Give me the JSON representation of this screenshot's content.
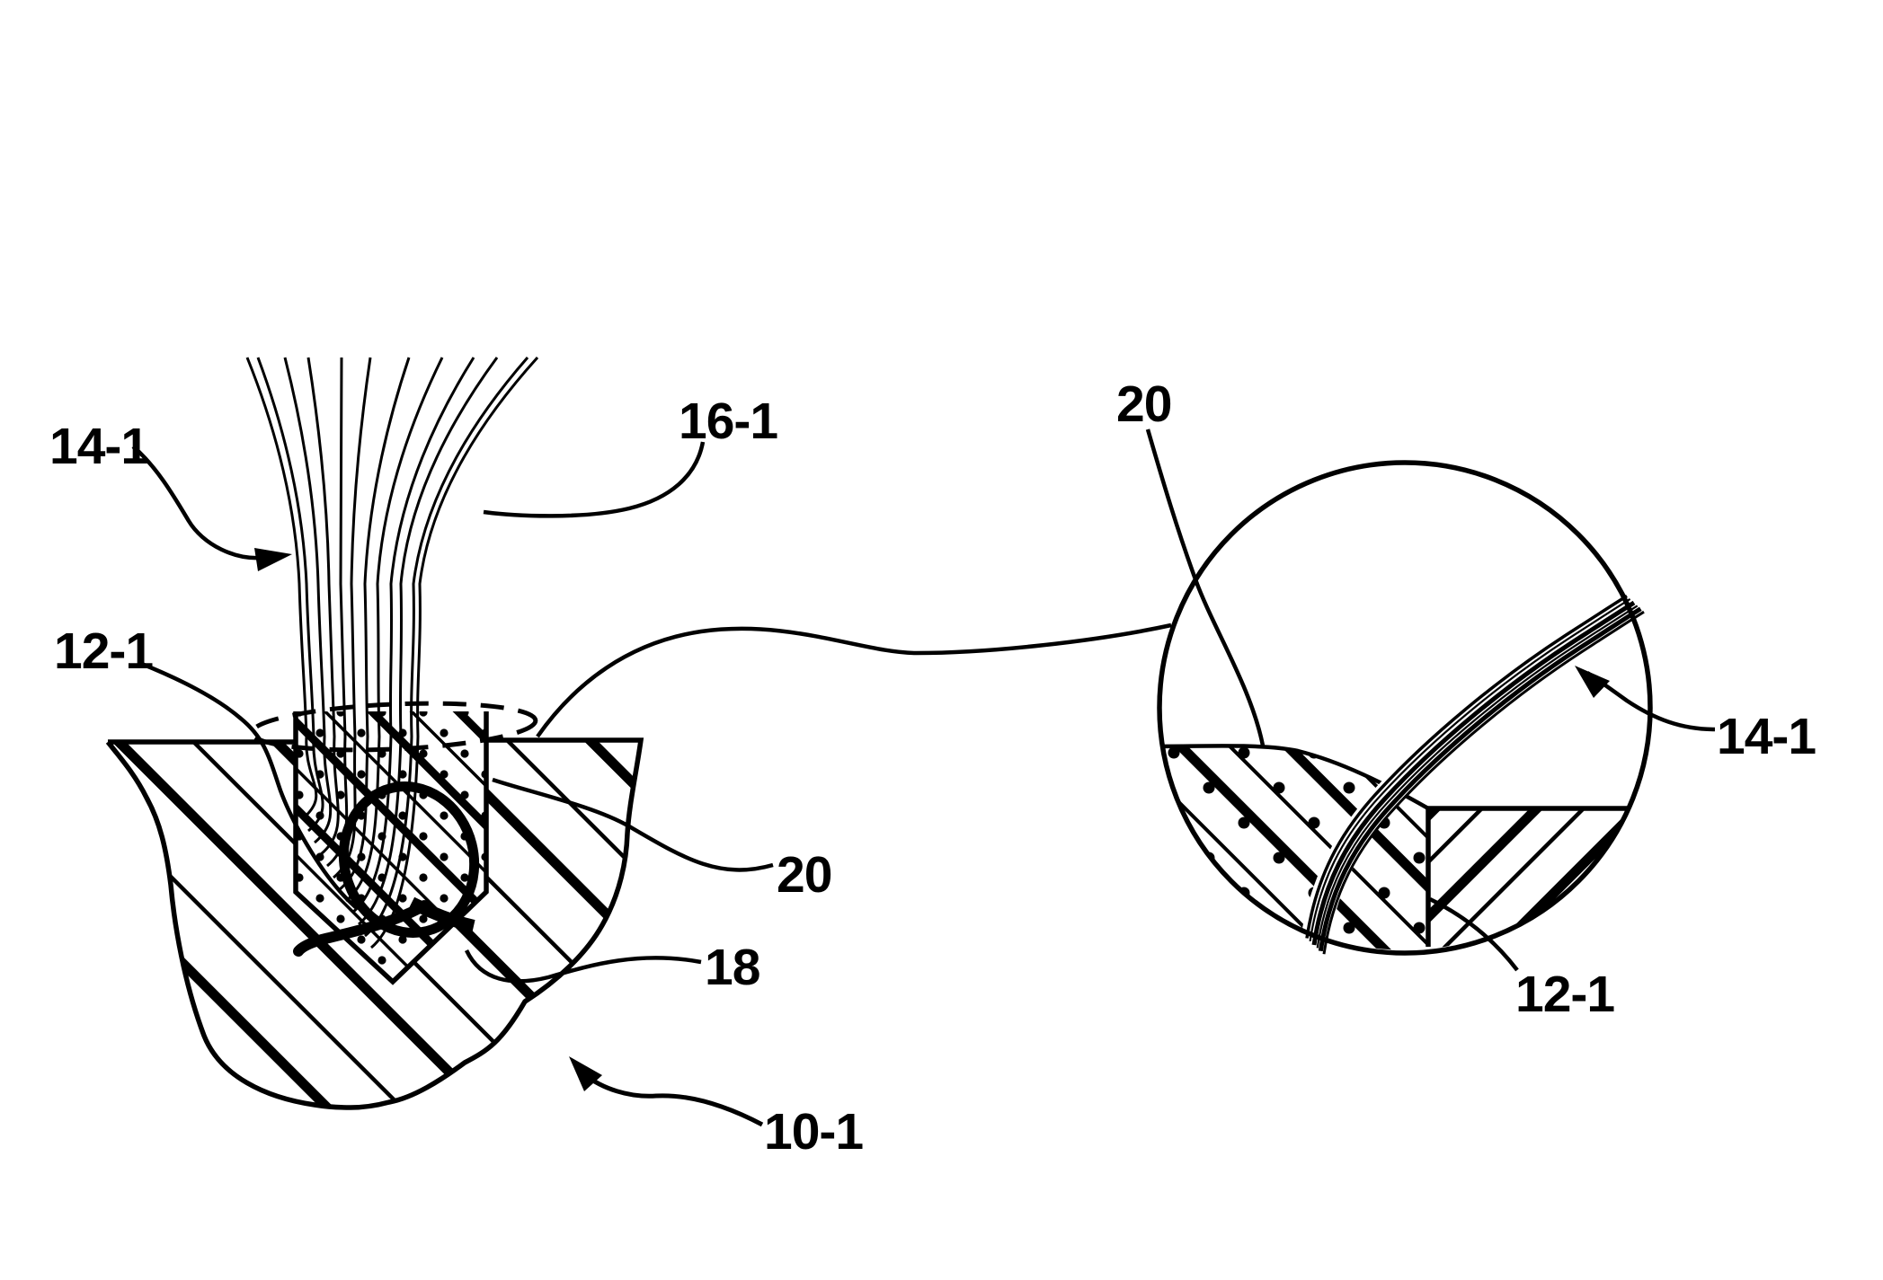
{
  "figure": {
    "type": "patent-line-drawing",
    "ink_color": "#000000",
    "background_color": "#ffffff",
    "views": {
      "main_view": "fiber bundle potted in socket of substrate body",
      "detail_view": "magnified circular detail of potting region"
    }
  },
  "labels": {
    "main_fiber_bundle": "14-1",
    "main_socket": "12-1",
    "main_fiber_tops": "16-1",
    "main_detail_region": "20",
    "main_knot": "18",
    "main_body": "10-1",
    "detail_region": "20",
    "detail_fiber_bundle": "14-1",
    "detail_socket_material": "12-1"
  }
}
